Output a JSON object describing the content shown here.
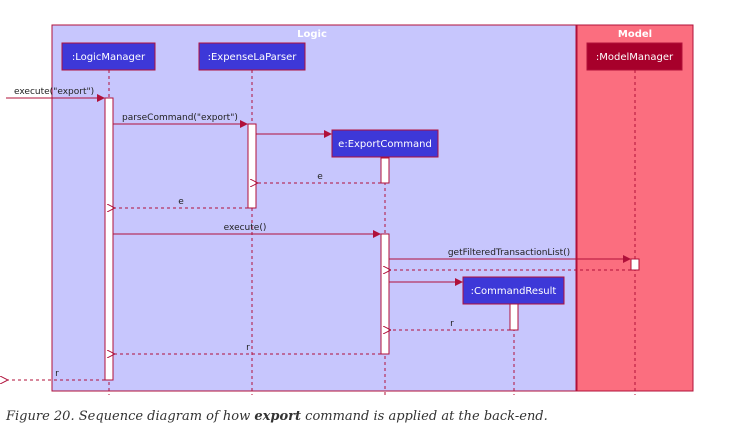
{
  "diagram": {
    "boxes": {
      "logic": "Logic",
      "model": "Model"
    },
    "participants": {
      "logic_manager": ":LogicManager",
      "expense_la_parser": ":ExpenseLaParser",
      "export_command": "e:ExportCommand",
      "command_result": ":CommandResult",
      "model_manager": ":ModelManager"
    },
    "messages": {
      "m1": "execute(\"export\")",
      "m2": "parseCommand(\"export\")",
      "m3": "e",
      "m4": "e",
      "m5": "execute()",
      "m6": "getFilteredTransactionList()",
      "m7": "r",
      "m8": "r",
      "m9": "r"
    }
  },
  "caption": {
    "prefix": "Figure 20. Sequence diagram of how ",
    "bold": "export",
    "suffix": " command is applied at the back-end."
  }
}
